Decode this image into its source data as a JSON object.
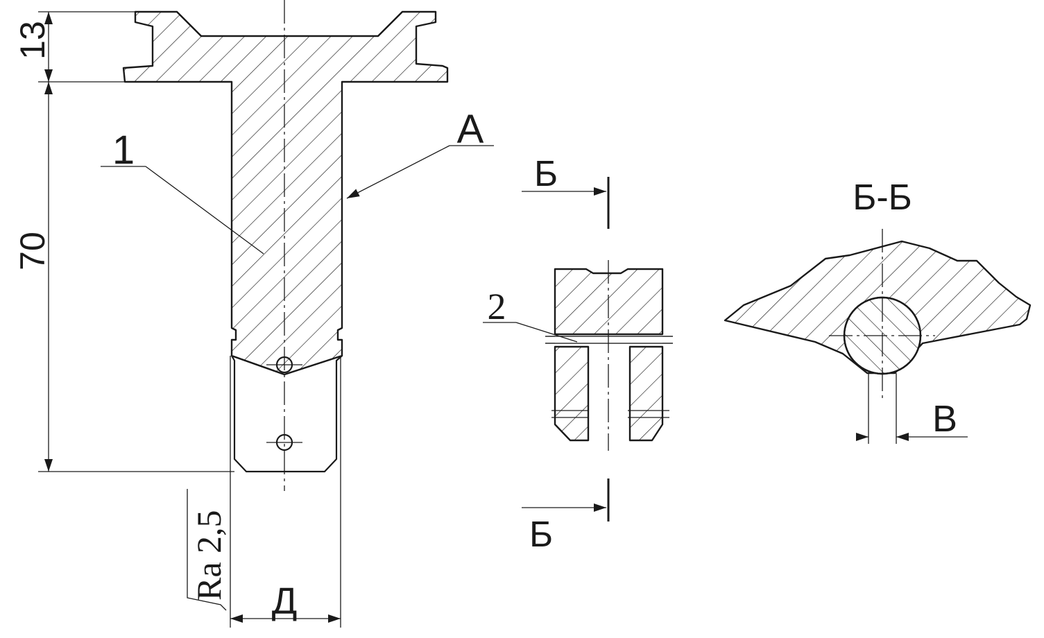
{
  "dimensions": {
    "flange_height": "13",
    "shank_length": "70",
    "diameter": "Д",
    "gap": "В"
  },
  "roughness": "Ra 2,5",
  "callouts": {
    "part_1": "1",
    "part_2": "2",
    "view_A": "А"
  },
  "section": {
    "mark_top": "Б",
    "mark_bottom": "Б",
    "title": "Б-Б"
  },
  "colors": {
    "line": "#1a1a1a",
    "background": "#ffffff"
  }
}
